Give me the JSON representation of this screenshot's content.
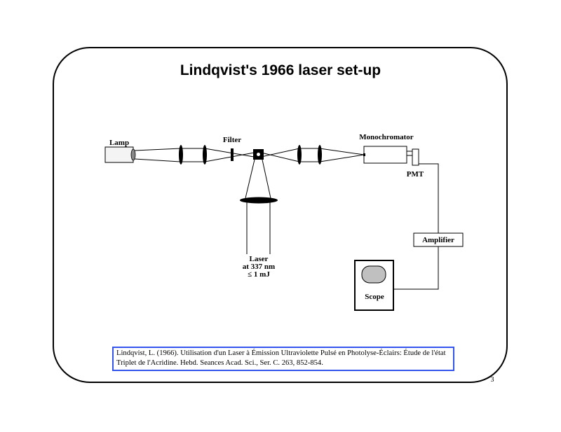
{
  "title": "Lindqvist's 1966 laser set-up",
  "labels": {
    "lamp": "Lamp",
    "filter": "Filter",
    "monochromator": "Monochromator",
    "pmt": "PMT",
    "amplifier": "Amplifier",
    "scope": "Scope",
    "laser_line1": "Laser",
    "laser_line2": "at 337 nm",
    "laser_line3": "≤ 1 mJ"
  },
  "reference": "Lindqvist, L. (1966). Utilisation d'un Laser à Émission Ultraviolette Pulsé en Photolyse-Éclairs: Étude de l'état Triplet de l'Acridine. Hebd. Seances Acad. Sci., Ser. C. 263, 852-854.",
  "page_number": "3",
  "colors": {
    "reference_border": "#3355ee",
    "scope_screen": "#c0c0c0"
  }
}
